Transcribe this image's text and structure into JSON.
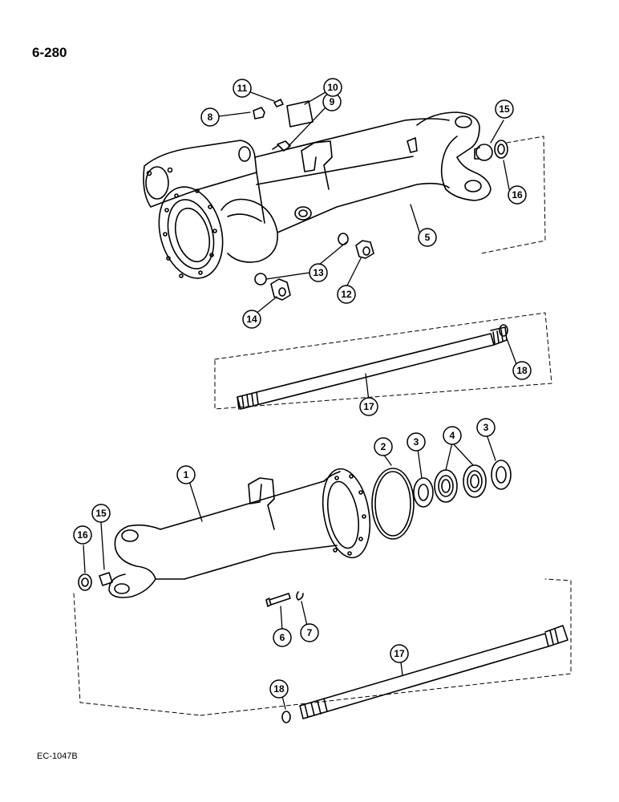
{
  "page_code": "6-280",
  "figure_code": "EC-1047B",
  "callouts": {
    "c1": "1",
    "c2": "2",
    "c3a": "3",
    "c3b": "3",
    "c4": "4",
    "c5": "5",
    "c6": "6",
    "c7": "7",
    "c8": "8",
    "c9": "9",
    "c10": "10",
    "c11": "11",
    "c12": "12",
    "c13": "13",
    "c14": "14",
    "c15a": "15",
    "c15b": "15",
    "c16a": "16",
    "c16b": "16",
    "c17a": "17",
    "c17b": "17",
    "c18a": "18",
    "c18b": "18"
  }
}
